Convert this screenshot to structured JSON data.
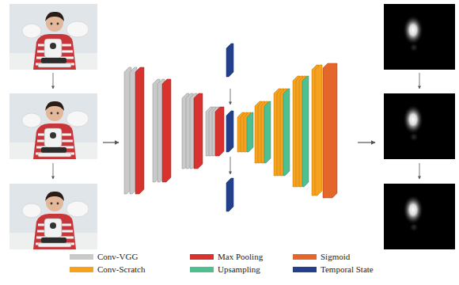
{
  "diagram": {
    "legend": [
      {
        "text": "Conv-VGG",
        "color": "#c9c9c9"
      },
      {
        "text": "Max Pooling",
        "color": "#d8322e"
      },
      {
        "text": "Sigmoid",
        "color": "#e4662b"
      },
      {
        "text": "Conv-Scratch",
        "color": "#f6a21e"
      },
      {
        "text": "Upsampling",
        "color": "#4fbf8f"
      },
      {
        "text": "Temporal State",
        "color": "#22408c"
      }
    ]
  }
}
